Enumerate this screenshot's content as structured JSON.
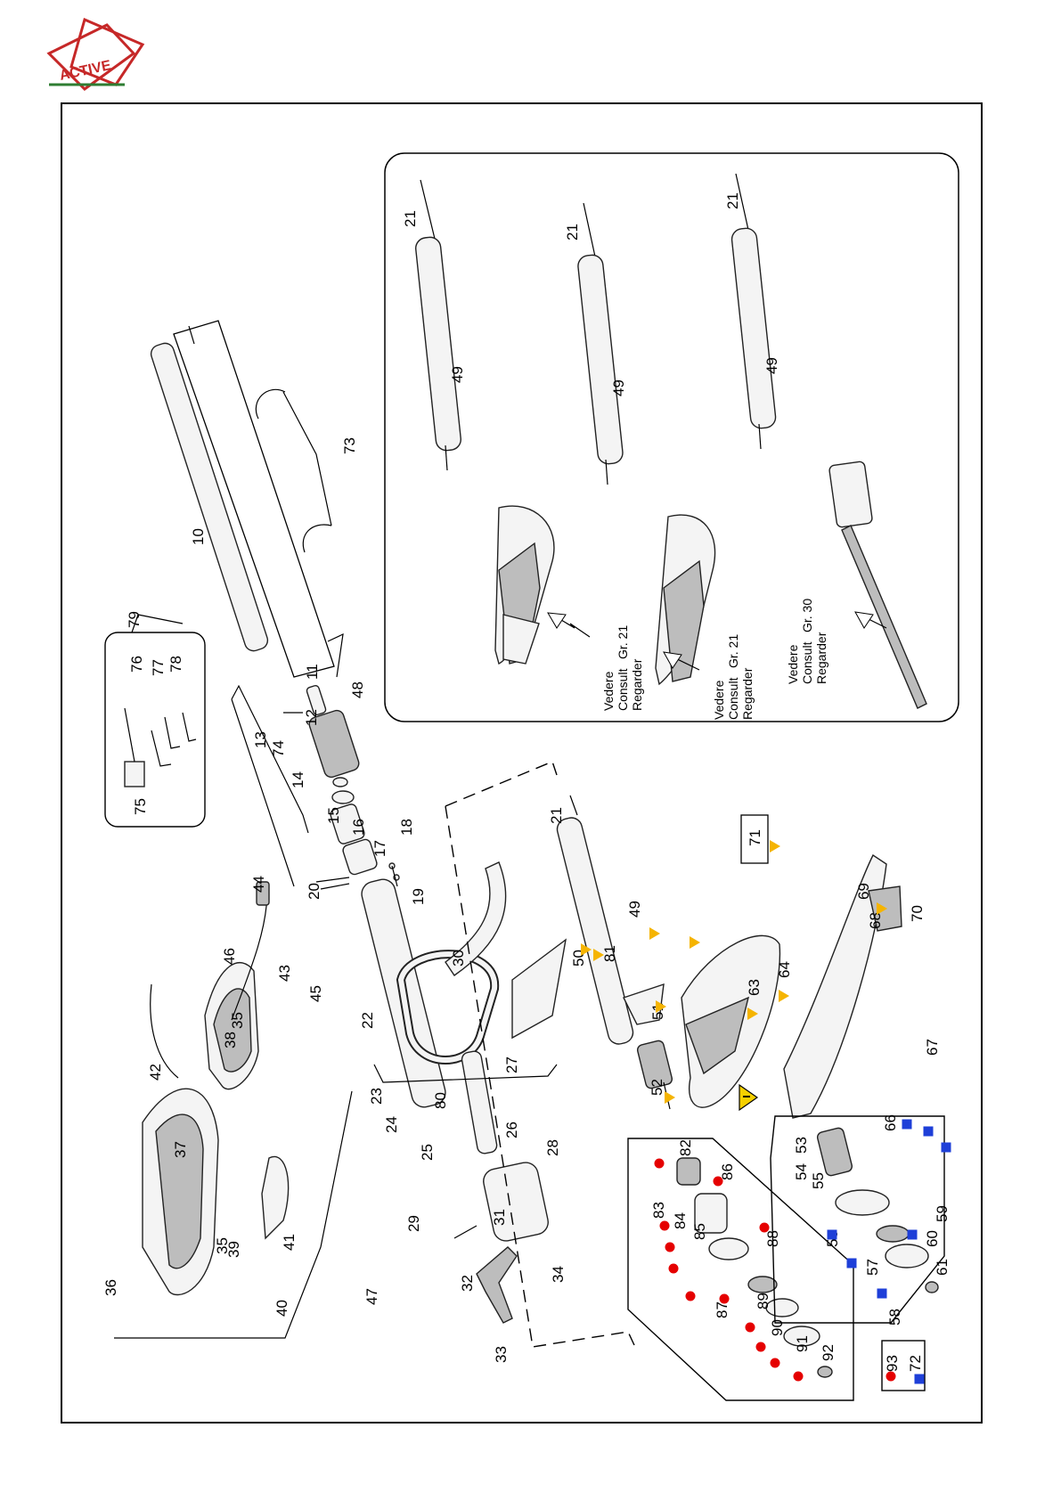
{
  "logo": {
    "text": "ACTIVE",
    "colors": {
      "red": "#c62828",
      "green": "#2e7d32"
    }
  },
  "markers": {
    "red_circle": "#e50000",
    "blue_square": "#1e3fd8",
    "yellow_triangle": "#f5b400"
  },
  "parts": {
    "p10": "10",
    "p11": "11",
    "p12": "12",
    "p13": "13",
    "p14": "14",
    "p15": "15",
    "p16": "16",
    "p17": "17",
    "p18": "18",
    "p19": "19",
    "p20": "20",
    "p21": "21",
    "p22": "22",
    "p23": "23",
    "p24": "24",
    "p25": "25",
    "p26": "26",
    "p27": "27",
    "p28": "28",
    "p29": "29",
    "p30": "30",
    "p31": "31",
    "p32": "32",
    "p33": "33",
    "p34": "34",
    "p35": "35",
    "p36": "36",
    "p37": "37",
    "p38": "38",
    "p39": "39",
    "p40": "40",
    "p41": "41",
    "p42": "42",
    "p43": "43",
    "p44": "44",
    "p45": "45",
    "p46": "46",
    "p47": "47",
    "p48": "48",
    "p49": "49",
    "p50": "50",
    "p51": "51",
    "p52": "52",
    "p53": "53",
    "p54": "54",
    "p55": "55",
    "p56": "56",
    "p57": "57",
    "p58": "58",
    "p59": "59",
    "p60": "60",
    "p61": "61",
    "p63": "63",
    "p64": "64",
    "p66": "66",
    "p67": "67",
    "p68": "68",
    "p69": "69",
    "p70": "70",
    "p71": "71",
    "p72": "72",
    "p73": "73",
    "p74": "74",
    "p75": "75",
    "p76": "76",
    "p77": "77",
    "p78": "78",
    "p79": "79",
    "p80": "80",
    "p81": "81",
    "p82": "82",
    "p83": "83",
    "p84": "84",
    "p85": "85",
    "p86": "86",
    "p87": "87",
    "p88": "88",
    "p89": "89",
    "p90": "90",
    "p91": "91",
    "p92": "92",
    "p93": "93"
  },
  "inset": {
    "ref1": {
      "line1": "Vedere",
      "line2": "Consult",
      "line3": "Regarder",
      "group": "Gr. 21"
    },
    "ref2": {
      "line1": "Vedere",
      "line2": "Consult",
      "line3": "Regarder",
      "group": "Gr. 21"
    },
    "ref3": {
      "line1": "Vedere",
      "line2": "Consult",
      "line3": "Regarder",
      "group": "Gr. 30"
    }
  },
  "warning_icon": "warning-triangle-icon"
}
